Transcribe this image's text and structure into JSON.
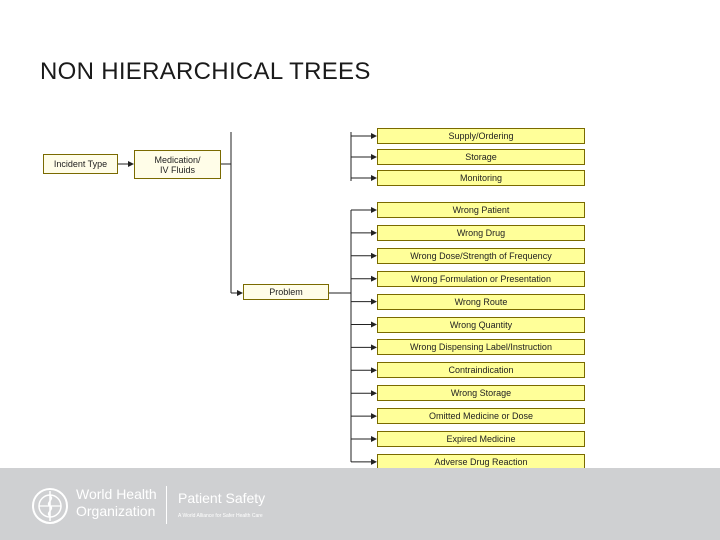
{
  "slide": {
    "title": "NON HIERARCHICAL TREES"
  },
  "tree": {
    "root": "Incident Type",
    "category": "Medication/\nIV Fluids",
    "top_branches": [
      "Supply/Ordering",
      "Storage",
      "Monitoring"
    ],
    "problem": "Problem",
    "problem_items": [
      "Wrong Patient",
      "Wrong Drug",
      "Wrong Dose/Strength of Frequency",
      "Wrong Formulation or Presentation",
      "Wrong Route",
      "Wrong Quantity",
      "Wrong Dispensing Label/Instruction",
      "Contraindication",
      "Wrong Storage",
      "Omitted Medicine or Dose",
      "Expired Medicine",
      "Adverse Drug Reaction"
    ]
  },
  "footer": {
    "org_line1": "World Health",
    "org_line2": "Organization",
    "program": "Patient Safety",
    "tagline": "A World Alliance for Safer Health Care",
    "emblem_icon": "who-emblem-icon"
  },
  "colors": {
    "box_fill": "#ffff99",
    "footer_bg": "#cfd0d2",
    "line": "#222222"
  }
}
